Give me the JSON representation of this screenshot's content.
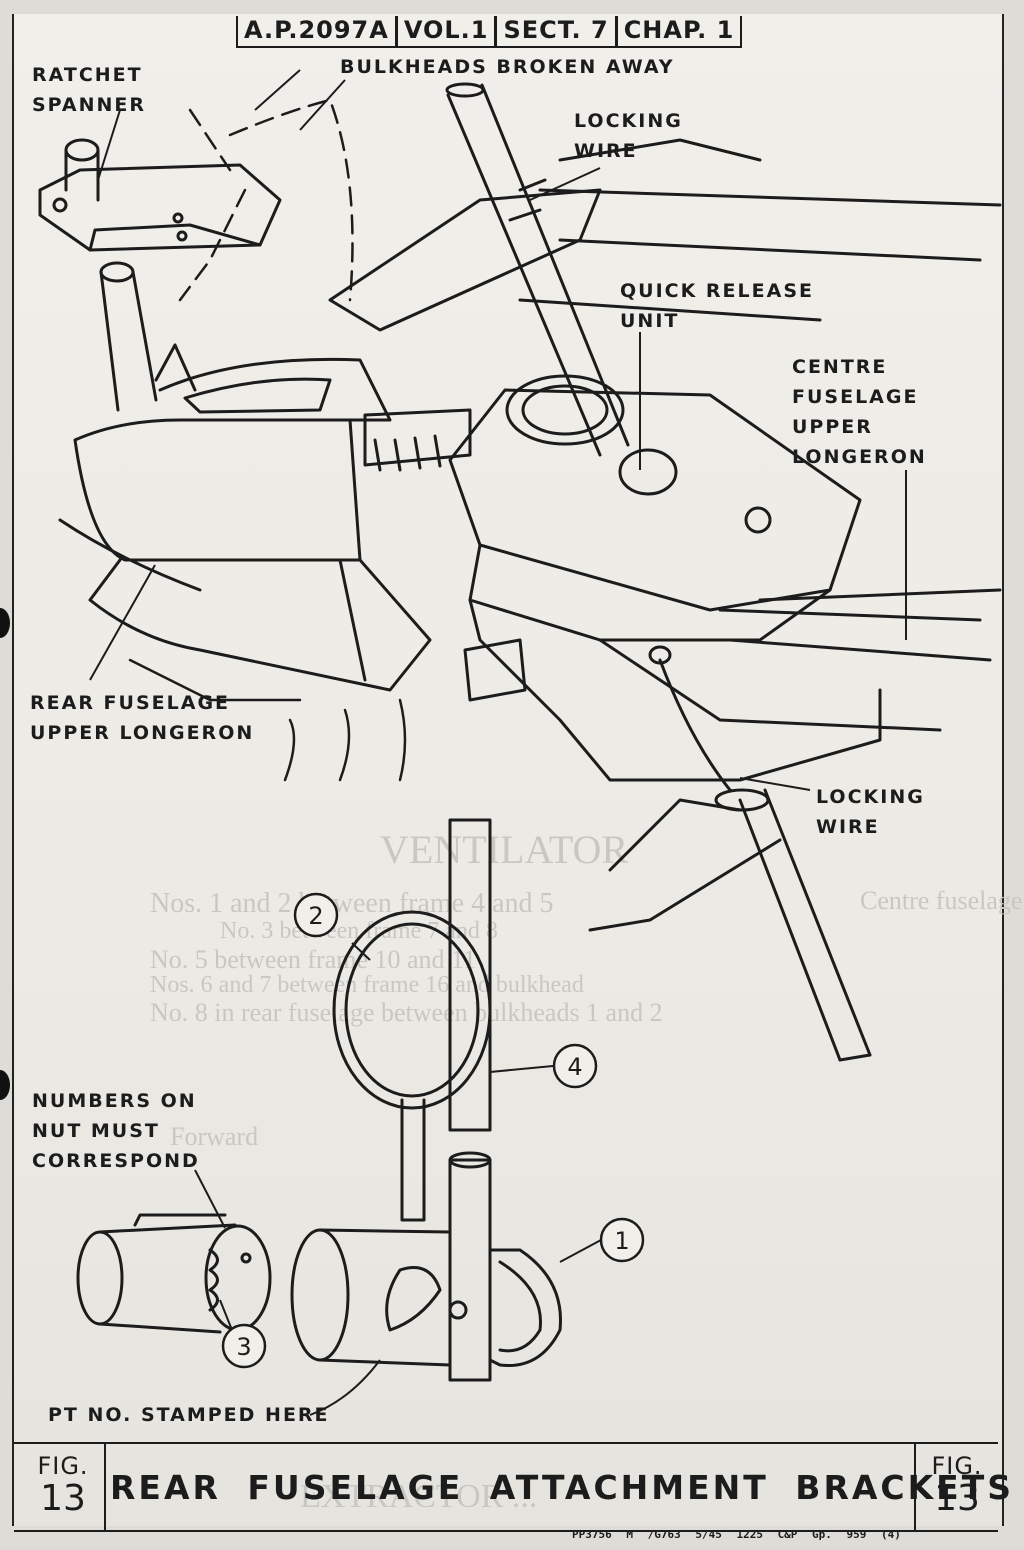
{
  "header": {
    "segments": [
      "A.P.2097A",
      "VOL.1",
      "SECT. 7",
      "CHAP. 1"
    ]
  },
  "labels": {
    "ratchet_spanner": [
      "RATCHET",
      "SPANNER"
    ],
    "bulkheads": "BULKHEADS  BROKEN  AWAY",
    "locking_wire_top": [
      "LOCKING",
      "WIRE"
    ],
    "quick_release": [
      "QUICK  RELEASE",
      "UNIT"
    ],
    "centre_longeron": [
      "CENTRE",
      "FUSELAGE",
      "UPPER",
      "LONGERON"
    ],
    "rear_longeron": [
      "REAR  FUSELAGE",
      "UPPER  LONGERON"
    ],
    "locking_wire_bottom": [
      "LOCKING",
      "WIRE"
    ],
    "numbers_on_nut": [
      "NUMBERS  ON",
      "NUT  MUST",
      "CORRESPOND"
    ],
    "pt_no_stamped": "PT  NO.  STAMPED  HERE"
  },
  "callouts": [
    "1",
    "2",
    "3",
    "4"
  ],
  "show_through": {
    "lines": [
      "VENTILATOR",
      "Nos. 1 and 2 between frame 4 and 5",
      "No. 3 between frame 7 and 8",
      "No. 5 between frame 10 and 11",
      "Nos. 6 and 7 between frame 16 and bulkhead",
      "No. 8 in rear fuselage between bulkheads 1 and 2",
      "Forward",
      "EXTRACTOR ...",
      "Centre fuselage"
    ]
  },
  "caption": {
    "fig_word": "FIG.",
    "fig_number": "13",
    "title": "REAR  FUSELAGE  ATTACHMENT  BRACKETS"
  },
  "print_code": "PP3756  M  /G763  5/45  1225  C&P  Gp. 959 (4)"
}
